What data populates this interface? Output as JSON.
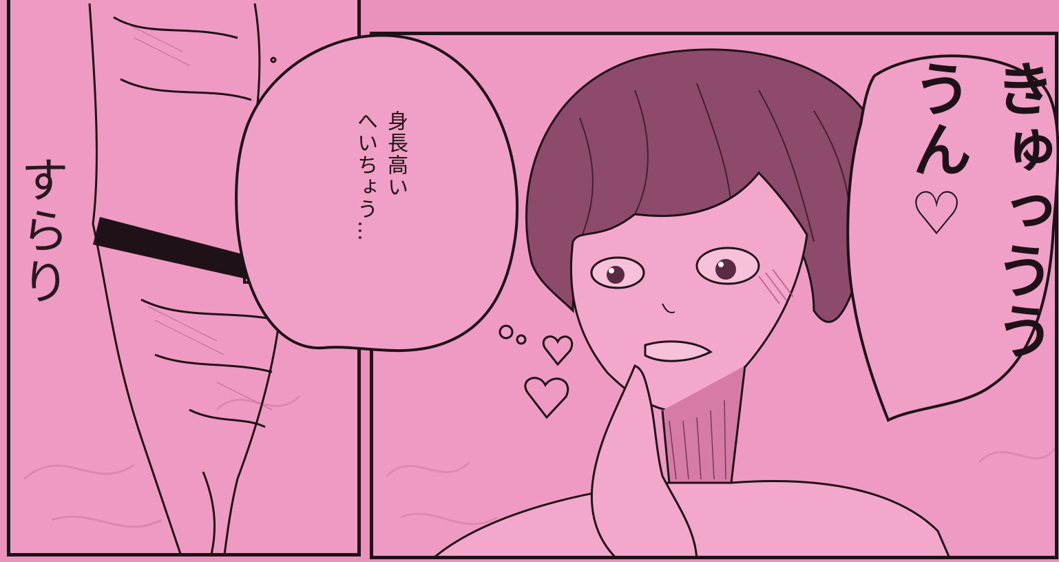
{
  "thought_bubble": {
    "lines": "身長高い\nへいちょう…"
  },
  "sound_effect": {
    "text": "すらり"
  },
  "speech_bubble": {
    "lines": "きゅっうう\nうん♡"
  },
  "colors": {
    "paper": "#ea92bc",
    "ink": "#1e1218"
  }
}
